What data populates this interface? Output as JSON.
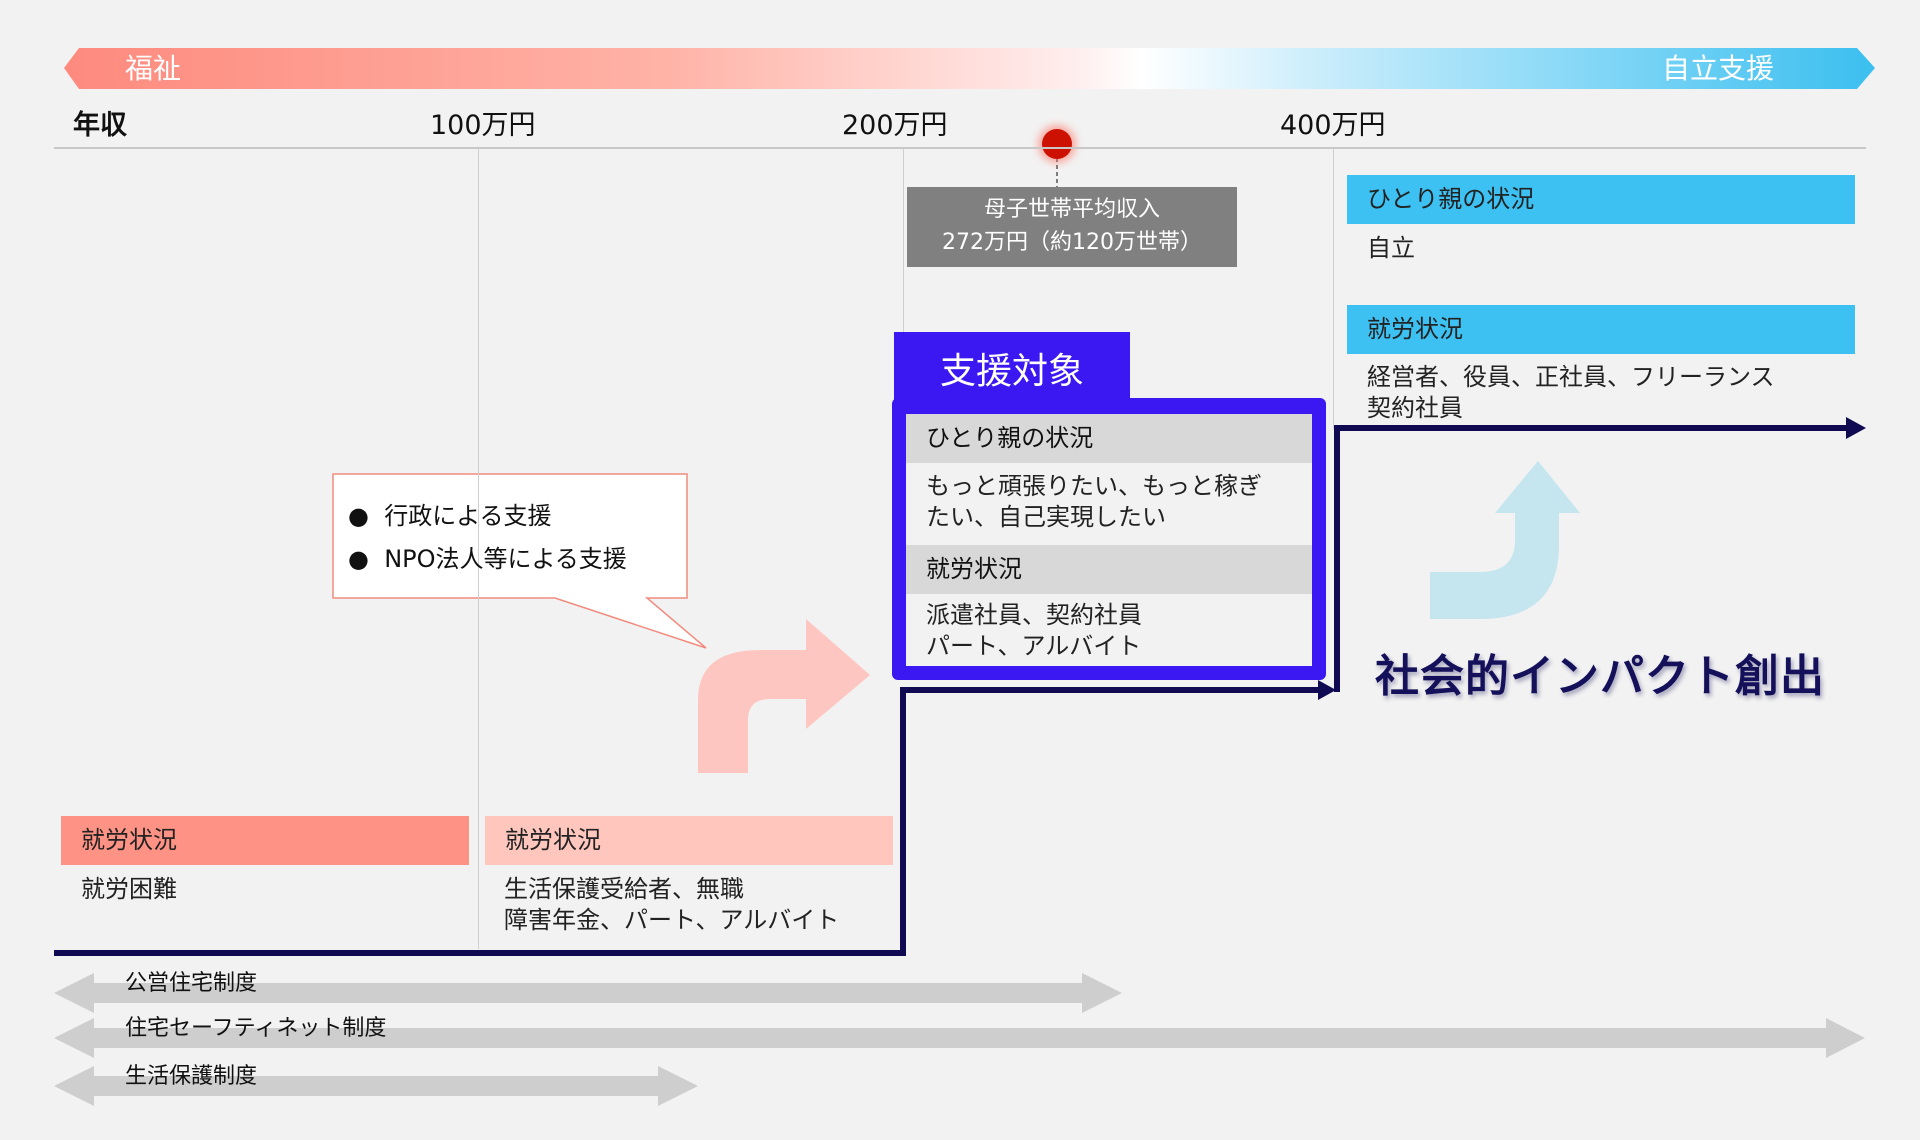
{
  "header_band": {
    "left_label": "福祉",
    "right_label": "自立支援",
    "gradient": [
      "#fe8a7e",
      "#ffffff",
      "#3bbfef"
    ]
  },
  "axis": {
    "title": "年収",
    "ticks": [
      "100万円",
      "200万円",
      "400万円"
    ]
  },
  "average_marker": {
    "line1": "母子世帯平均収入",
    "line2": "272万円（約120万世帯）",
    "dot_color": "#cc1100"
  },
  "callout": {
    "items": [
      "行政による支援",
      "NPO法人等による支援"
    ]
  },
  "stage_1": {
    "header": "就労状況",
    "body": "就労困難",
    "color": "#fe9285"
  },
  "stage_2": {
    "header": "就労状況",
    "body_line1": "生活保護受給者、無職",
    "body_line2": "障害年金、パート、アルバイト",
    "color": "#fec6bd"
  },
  "support_target": {
    "tab_label": "支援対象",
    "section1_header": "ひとり親の状況",
    "section1_line1": "もっと頑張りたい、もっと稼ぎ",
    "section1_line2": "たい、自己実現したい",
    "section2_header": "就労状況",
    "section2_line1": "派遣社員、契約社員",
    "section2_line2": "パート、アルバイト",
    "color": "#3b18f2"
  },
  "stage_4": {
    "section1_header": "ひとり親の状況",
    "section1_body": "自立",
    "section2_header": "就労状況",
    "section2_line1": "経営者、役員、正社員、フリーランス",
    "section2_line2": "契約社員",
    "color": "#3cc1f2"
  },
  "impact_label": "社会的インパクト創出",
  "systems": [
    {
      "label": "公営住宅制度"
    },
    {
      "label": "住宅セーフティネット制度"
    },
    {
      "label": "生活保護制度"
    }
  ],
  "colors": {
    "step_line": "#100a52",
    "system_arrow": "#cecece",
    "pink_arrow": "#fec6c1",
    "blue_arrow": "#c5e5ef"
  }
}
